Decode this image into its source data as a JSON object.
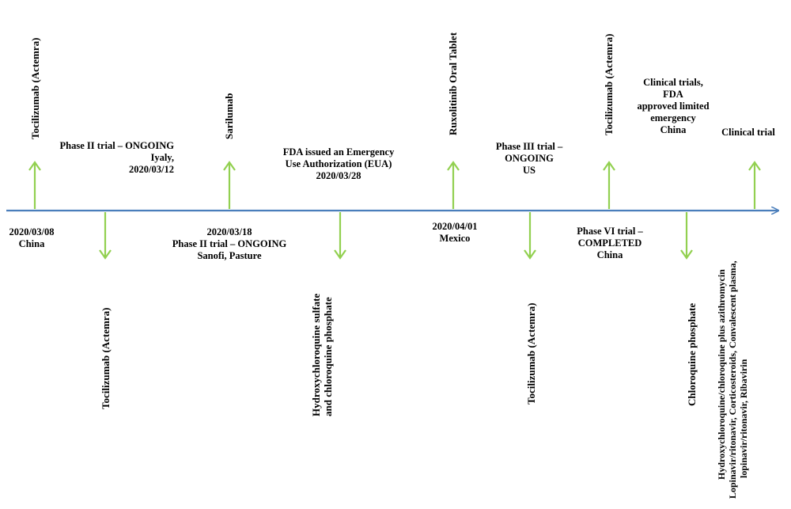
{
  "colors": {
    "axis": "#4a7ebb",
    "arrow": "#92d050"
  },
  "drugs": {
    "d1": "Tocilizumab (Actemra)",
    "d2": "Tocilizumab (Actemra)",
    "d3": "Sarilumab",
    "d4_l1": "Hydroxychloroquine sulfate",
    "d4_l2": "and chloroquine phosphate",
    "d5": "Ruxolitinib Oral Tablet",
    "d6": "Tocilizumab (Actemra)",
    "d7": "Tocilizumab (Actemra)",
    "d8": "Chloroquine phosphate",
    "d9_l1": "Hydroxychloroquine/chloroquine plus azithromycin",
    "d9_l2": "Lopinavir/ritonavir, Corticosteroids, Convalescent plasma,",
    "d9_l3": "lopinavir/ritonavir, Ribavirin"
  },
  "notes": {
    "n1_l1": "2020/03/08",
    "n1_l2": "China",
    "n2_l1": "Phase II trial – ONGOING",
    "n2_l2": "Iyaly,",
    "n2_l3": "2020/03/12",
    "n3_l1": "2020/03/18",
    "n3_l2": "Phase II trial – ONGOING",
    "n3_l3": "Sanofi, Pasture",
    "n4_l1": "FDA issued an Emergency",
    "n4_l2": "Use Authorization (EUA)",
    "n4_l3": "2020/03/28",
    "n5_l1": "2020/04/01",
    "n5_l2": "Mexico",
    "n6_l1": "Phase III trial –",
    "n6_l2": "ONGOING",
    "n6_l3": "US",
    "n7_l1": "Phase VI trial –",
    "n7_l2": "COMPLETED",
    "n7_l3": "China",
    "n8_l1": "Clinical trials,",
    "n8_l2": "FDA",
    "n8_l3": "approved limited",
    "n8_l4": "emergency",
    "n8_l5": "China",
    "n9": "Clinical trial"
  }
}
